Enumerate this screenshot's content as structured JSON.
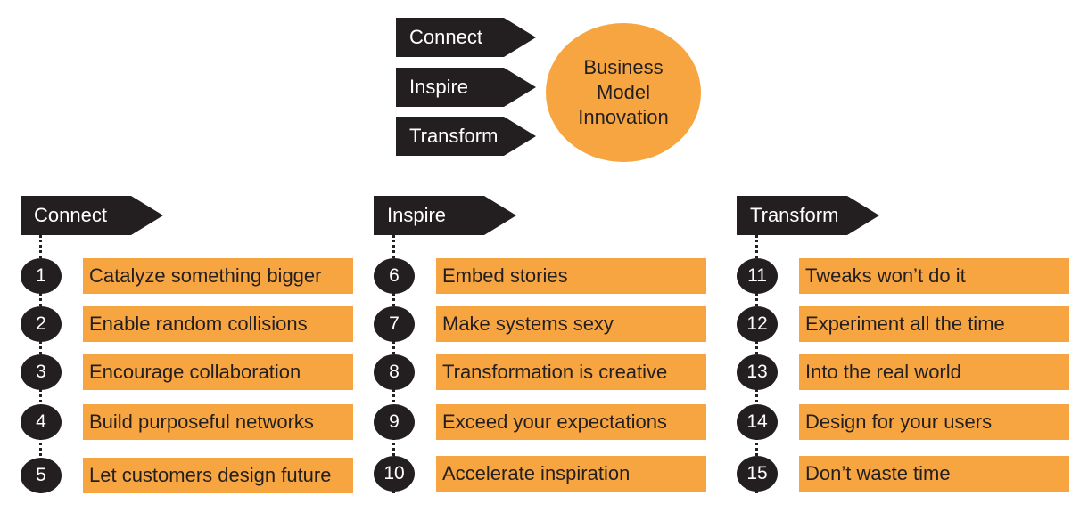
{
  "top": {
    "arrows": [
      "Connect",
      "Inspire",
      "Transform"
    ],
    "circle_text": "Business\nModel\nInnovation"
  },
  "columns": [
    {
      "title": "Connect",
      "items": [
        {
          "num": "1",
          "text": "Catalyze something bigger"
        },
        {
          "num": "2",
          "text": "Enable random collisions"
        },
        {
          "num": "3",
          "text": "Encourage collaboration"
        },
        {
          "num": "4",
          "text": "Build purposeful networks"
        },
        {
          "num": "5",
          "text": "Let customers design future"
        }
      ]
    },
    {
      "title": "Inspire",
      "items": [
        {
          "num": "6",
          "text": "Embed stories"
        },
        {
          "num": "7",
          "text": "Make systems sexy"
        },
        {
          "num": "8",
          "text": "Transformation is creative"
        },
        {
          "num": "9",
          "text": "Exceed your expectations"
        },
        {
          "num": "10",
          "text": "Accelerate inspiration"
        }
      ]
    },
    {
      "title": "Transform",
      "items": [
        {
          "num": "11",
          "text": "Tweaks won’t do it"
        },
        {
          "num": "12",
          "text": "Experiment all the time"
        },
        {
          "num": "13",
          "text": "Into the real world"
        },
        {
          "num": "14",
          "text": "Design for your users"
        },
        {
          "num": "15",
          "text": "Don’t waste time"
        }
      ]
    }
  ],
  "colors": {
    "accent": "#f7a541",
    "dark": "#231f20"
  }
}
